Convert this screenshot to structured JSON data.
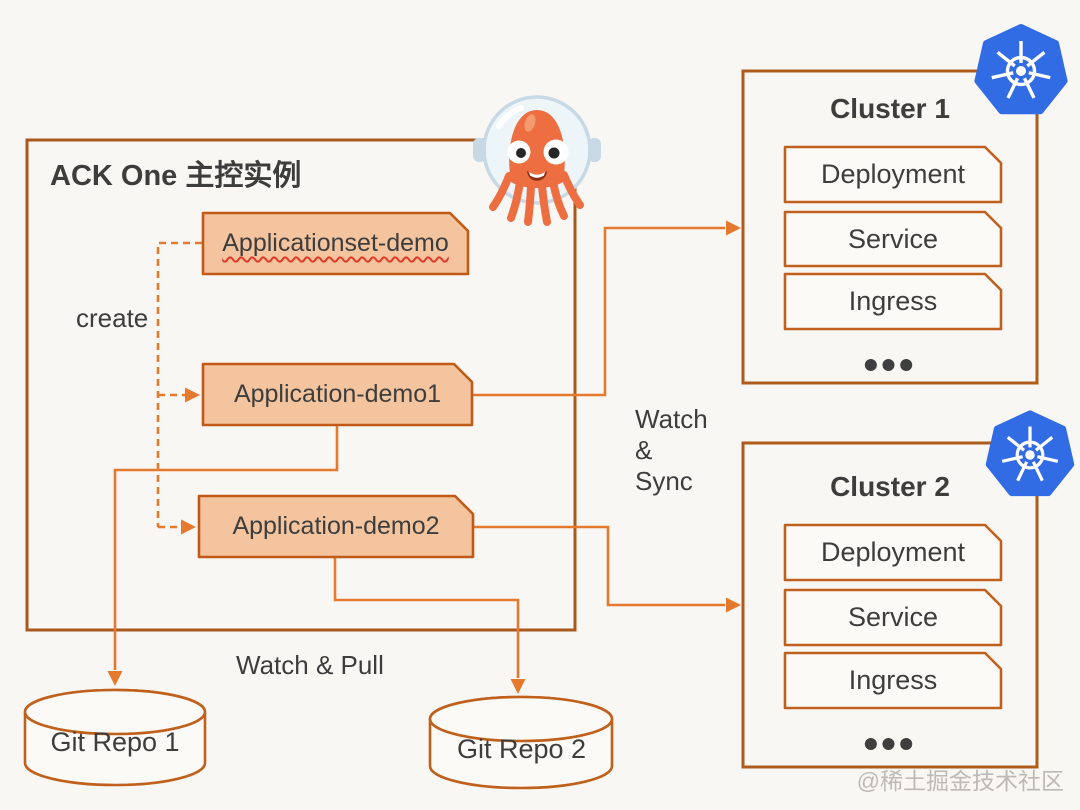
{
  "master": {
    "title": "ACK One 主控实例",
    "create_label": "create",
    "applicationset": "Applicationset-demo",
    "applications": [
      "Application-demo1",
      "Application-demo2"
    ]
  },
  "edges": {
    "watch_sync": [
      "Watch",
      "&",
      "Sync"
    ],
    "watch_pull": "Watch & Pull"
  },
  "clusters": [
    {
      "title": "Cluster 1",
      "resources": [
        "Deployment",
        "Service",
        "Ingress"
      ],
      "more": "•••"
    },
    {
      "title": "Cluster 2",
      "resources": [
        "Deployment",
        "Service",
        "Ingress"
      ],
      "more": "•••"
    }
  ],
  "repos": [
    "Git Repo 1",
    "Git Repo 2"
  ],
  "watermark": "@稀土掘金技术社区",
  "icons": {
    "mascot": "argocd-octopus-mascot",
    "cluster_badge": "kubernetes-logo"
  },
  "colors": {
    "background": "#f8f7f4",
    "connector_orange": "#e5792e",
    "outer_box_border": "#a9591e",
    "app_box_fill": "#f4c49e",
    "app_box_border": "#c05a16",
    "resource_box_border": "#c0601d",
    "text": "#3d3d3d",
    "kubernetes_blue": "#326ce5",
    "mascot_orange": "#ed6e41",
    "spellcheck_red": "#e03a28"
  }
}
